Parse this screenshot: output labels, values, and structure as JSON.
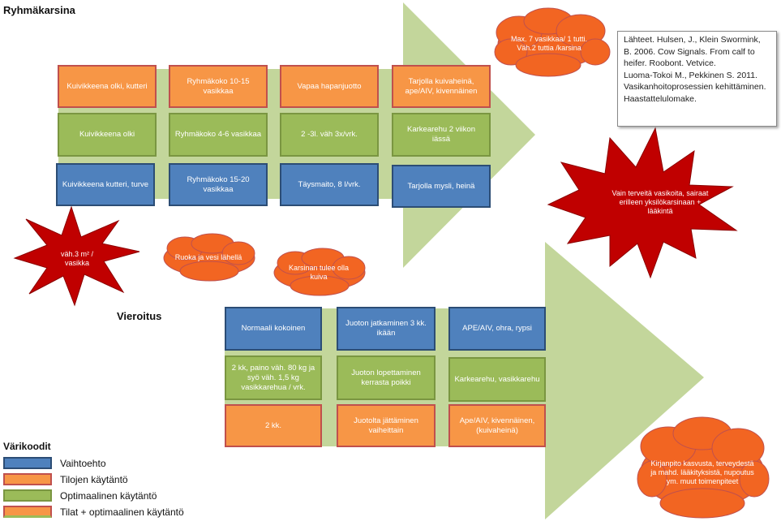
{
  "titles": {
    "ryhma": "Ryhmäkarsina",
    "vieroitus": "Vieroitus",
    "varikoodit": "Värikoodit"
  },
  "colors": {
    "orange": "#f79646",
    "green": "#9bbb59",
    "blue": "#4f81bd",
    "arrow": "#c3d69b",
    "burst": "#c00000",
    "cloud": "#f26522"
  },
  "upper_grid": {
    "orange": [
      "Kuivikkeena olki, kutteri",
      "Ryhmäkoko 10-15 vasikkaa",
      "Vapaa hapanjuotto",
      "Tarjolla kuivaheinä, ape/AIV,  kivennäinen"
    ],
    "green": [
      "Kuivikkeena olki",
      "Ryhmäkoko 4-6 vasikkaa",
      "2 -3l. väh 3x/vrk.",
      "Karkearehu 2 viikon iässä"
    ],
    "blue": [
      "Kuivikkeena kutteri, turve",
      "Ryhmäkoko 15-20 vasikkaa",
      "Täysmaito, 8 l/vrk.",
      "Tarjolla mysli, heinä"
    ]
  },
  "lower_grid": {
    "blue": [
      "Normaali kokoinen",
      "Juoton jatkaminen 3 kk. ikään",
      "APE/AIV, ohra, rypsi"
    ],
    "green": [
      "2 kk,  paino väh. 80 kg ja syö väh. 1,5 kg vasikkarehua / vrk.",
      "Juoton lopettaminen kerrasta poikki",
      "Karkearehu, vasikkarehu"
    ],
    "orange": [
      "2 kk.",
      "Juotolta jättäminen vaiheittain",
      "Ape/AIV, kivennäinen, (kuivaheinä)"
    ]
  },
  "callouts": {
    "cloud_top": "Max. 7 vasikkaa/ 1 tutti. Väh.2 tuttia /karsina",
    "cloud_ruoka": "Ruoka ja vesi lähellä",
    "cloud_kuiva": "Karsinan tulee olla kuiva",
    "cloud_kirjanpito": "Kirjanpito kasvusta, terveydestä ja mahd. lääkityksistä, nupoutus ym. muut toimenpiteet",
    "burst_left": "väh.3 m² / vasikka",
    "burst_right": "Vain terveitä vasikoita, sairaat  erilleen yksilökarsinaan + lääkintä"
  },
  "references": {
    "line1": "Lähteet.  Hulsen, J., Klein Swormink, B. 2006. Cow Signals. From calf to heifer. Roobont. Vetvice.",
    "line2": "Luoma-Tokoi M., Pekkinen S. 2011. Vasikanhoitoprosessien kehittäminen. Haastattelulomake."
  },
  "legend": [
    {
      "label": "Vaihtoehto",
      "color": "#4f81bd"
    },
    {
      "label": "Tilojen käytäntö",
      "color": "#f79646"
    },
    {
      "label": "Optimaalinen käytäntö",
      "color": "#9bbb59"
    },
    {
      "label": "Tilat + optimaalinen käytäntö",
      "color": "#f79646"
    }
  ]
}
